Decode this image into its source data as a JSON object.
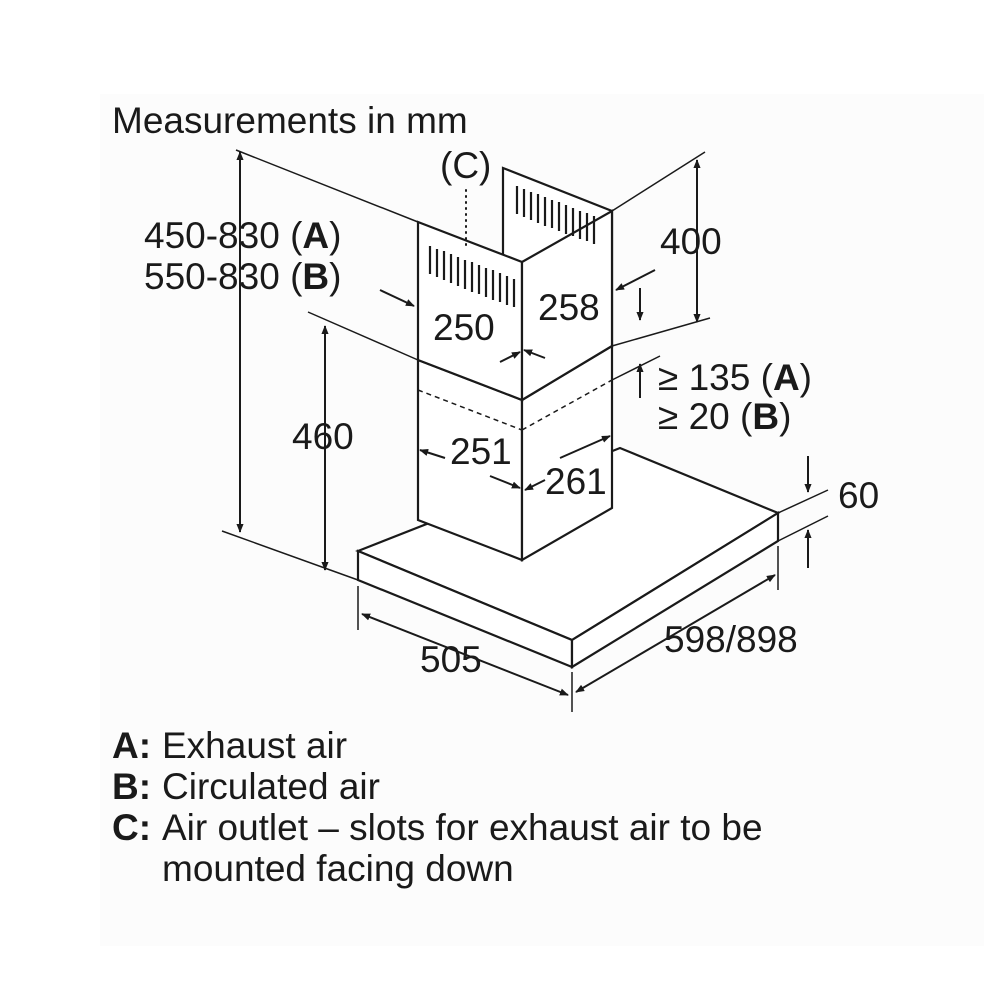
{
  "title": "Measurements in mm",
  "outlet_marker": "(C)",
  "height_range": {
    "line_a_value": "450-830",
    "line_a_tag": "A",
    "line_b_value": "550-830",
    "line_b_tag": "B"
  },
  "dimensions": {
    "chimney_upper_height": "400",
    "chimney_upper_width": "250",
    "chimney_upper_depth": "258",
    "chimney_lower_width": "251",
    "chimney_lower_depth": "261",
    "lower_height": "460",
    "canopy_thickness": "60",
    "canopy_depth": "505",
    "canopy_width": "598/898"
  },
  "clearance": {
    "line_a_value": "≥ 135",
    "line_a_tag": "A",
    "line_b_value": "≥ 20",
    "line_b_tag": "B"
  },
  "legend": [
    {
      "key": "A:",
      "text": "Exhaust air"
    },
    {
      "key": "B:",
      "text": "Circulated air"
    },
    {
      "key": "C:",
      "text": "Air outlet – slots for exhaust air to be",
      "continuation": "mounted facing down"
    }
  ]
}
